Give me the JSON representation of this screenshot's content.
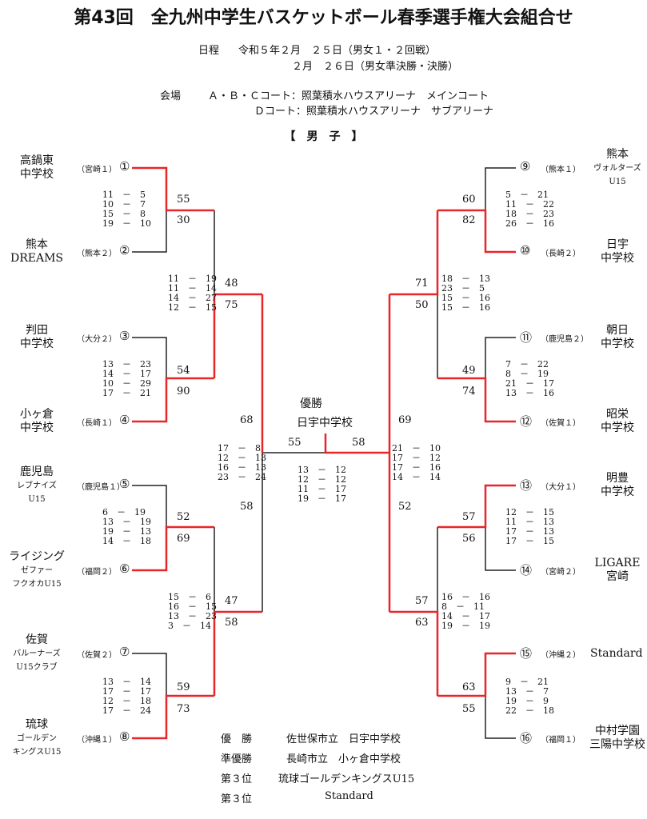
{
  "title": "第43回　全九州中学生バスケットボール春季選手権大会組合せ",
  "schedule": {
    "label": "日程",
    "line1": "令和５年２月　２５日（男女１・２回戦）",
    "line2": "２月　２６日（男女準決勝・決勝）"
  },
  "venue": {
    "label": "会場",
    "line1": "Ａ・Ｂ・Ｃコート：照葉積水ハウスアリーナ　メインコート",
    "line2": "Ｄコート：照葉積水ハウスアリーナ　サブアリーナ"
  },
  "section": "【　男　子　】",
  "colors": {
    "winner_line": "#e8262a",
    "normal_line": "#222222"
  },
  "teams": [
    {
      "seed": "①",
      "name": "高鍋東",
      "name2": "中学校",
      "pref": "（宮崎１）"
    },
    {
      "seed": "②",
      "name": "熊本",
      "name2": "DREAMS",
      "pref": "（熊本２）"
    },
    {
      "seed": "③",
      "name": "判田",
      "name2": "中学校",
      "pref": "（大分２）"
    },
    {
      "seed": "④",
      "name": "小ヶ倉",
      "name2": "中学校",
      "pref": "（長崎１）"
    },
    {
      "seed": "⑤",
      "name": "鹿児島",
      "name2": "レブナイズ",
      "name3": "U15",
      "pref": "（鹿児島１）"
    },
    {
      "seed": "⑥",
      "name": "ライジング",
      "name2": "ゼファー",
      "name3": "フクオカU15",
      "pref": "（福岡２）"
    },
    {
      "seed": "⑦",
      "name": "佐賀",
      "name2": "バルーナーズ",
      "name3": "U15クラブ",
      "pref": "（佐賀２）"
    },
    {
      "seed": "⑧",
      "name": "琉球",
      "name2": "ゴールデン",
      "name3": "キングスU15",
      "pref": "（沖縄１）"
    },
    {
      "seed": "⑨",
      "name": "熊本",
      "name2": "ヴォルターズ",
      "name3": "U15",
      "pref": "（熊本１）"
    },
    {
      "seed": "⑩",
      "name": "日宇",
      "name2": "中学校",
      "pref": "（長崎２）"
    },
    {
      "seed": "⑪",
      "name": "朝日",
      "name2": "中学校",
      "pref": "（鹿児島２）"
    },
    {
      "seed": "⑫",
      "name": "昭栄",
      "name2": "中学校",
      "pref": "（佐賀１）"
    },
    {
      "seed": "⑬",
      "name": "明豊",
      "name2": "中学校",
      "pref": "（大分１）"
    },
    {
      "seed": "⑭",
      "name": "LIGARE",
      "name2": "宮崎",
      "pref": "（宮崎２）"
    },
    {
      "seed": "⑮",
      "name": "Standard",
      "pref": "（沖縄２）"
    },
    {
      "seed": "⑯",
      "name": "中村学園",
      "name2": "三陽中学校",
      "pref": "（福岡１）"
    }
  ],
  "matches": [
    {
      "id": "m1",
      "s1": "55",
      "s2": "30",
      "sets": [
        "11　－　5",
        "10　－　7",
        "15　－　8",
        "19　－　10"
      ]
    },
    {
      "id": "m2",
      "s1": "54",
      "s2": "90",
      "sets": [
        "13　－　23",
        "14　－　17",
        "10　－　29",
        "17　－　21"
      ]
    },
    {
      "id": "m3",
      "s1": "52",
      "s2": "69",
      "sets": [
        "6　－　19",
        "13　－　19",
        "19　－　13",
        "14　－　18"
      ]
    },
    {
      "id": "m4",
      "s1": "59",
      "s2": "73",
      "sets": [
        "13　－　14",
        "17　－　17",
        "12　－　18",
        "17　－　24"
      ]
    },
    {
      "id": "m5",
      "s1": "60",
      "s2": "82",
      "sets": [
        "5　－　21",
        "11　－　22",
        "18　－　23",
        "26　－　16"
      ]
    },
    {
      "id": "m6",
      "s1": "49",
      "s2": "74",
      "sets": [
        "7　－　22",
        "8　－　19",
        "21　－　17",
        "13　－　16"
      ]
    },
    {
      "id": "m7",
      "s1": "57",
      "s2": "56",
      "sets": [
        "12　－　15",
        "11　－　13",
        "17　－　13",
        "17　－　15"
      ]
    },
    {
      "id": "m8",
      "s1": "63",
      "s2": "55",
      "sets": [
        "9　－　21",
        "13　－　7",
        "19　－　9",
        "22　－　18"
      ]
    },
    {
      "id": "m9",
      "s1": "48",
      "s2": "75",
      "sets": [
        "11　－　19",
        "11　－　14",
        "14　－　27",
        "12　－　15"
      ]
    },
    {
      "id": "m10",
      "s1": "47",
      "s2": "58",
      "sets": [
        "15　－　6",
        "16　－　15",
        "13　－　23",
        "3　－　14"
      ]
    },
    {
      "id": "m11",
      "s1": "71",
      "s2": "50",
      "sets": [
        "18　－　13",
        "23　－　5",
        "15　－　16",
        "15　－　16"
      ]
    },
    {
      "id": "m12",
      "s1": "57",
      "s2": "63",
      "sets": [
        "16　－　16",
        "8　－　11",
        "14　－　17",
        "19　－　19"
      ]
    },
    {
      "id": "sfL",
      "s1": "68",
      "s2": "58",
      "sets": [
        "17　－　8",
        "12　－　13",
        "16　－　13",
        "23　－　24"
      ]
    },
    {
      "id": "sfR",
      "s1": "69",
      "s2": "52",
      "sets": [
        "21　－　10",
        "17　－　12",
        "17　－　16",
        "14　－　14"
      ]
    },
    {
      "id": "final",
      "s1": "55",
      "s2": "58",
      "sets": [
        "13　－　12",
        "12　－　12",
        "11　－　17",
        "19　－　17"
      ]
    }
  ],
  "champion": {
    "label": "優勝",
    "name": "日宇中学校"
  },
  "results": [
    {
      "rank": "優　勝",
      "team": "佐世保市立　日宇中学校"
    },
    {
      "rank": "準優勝",
      "team": "長崎市立　小ヶ倉中学校"
    },
    {
      "rank": "第３位",
      "team": "琉球ゴールデンキングスU15"
    },
    {
      "rank": "第３位",
      "team": "Standard"
    }
  ]
}
